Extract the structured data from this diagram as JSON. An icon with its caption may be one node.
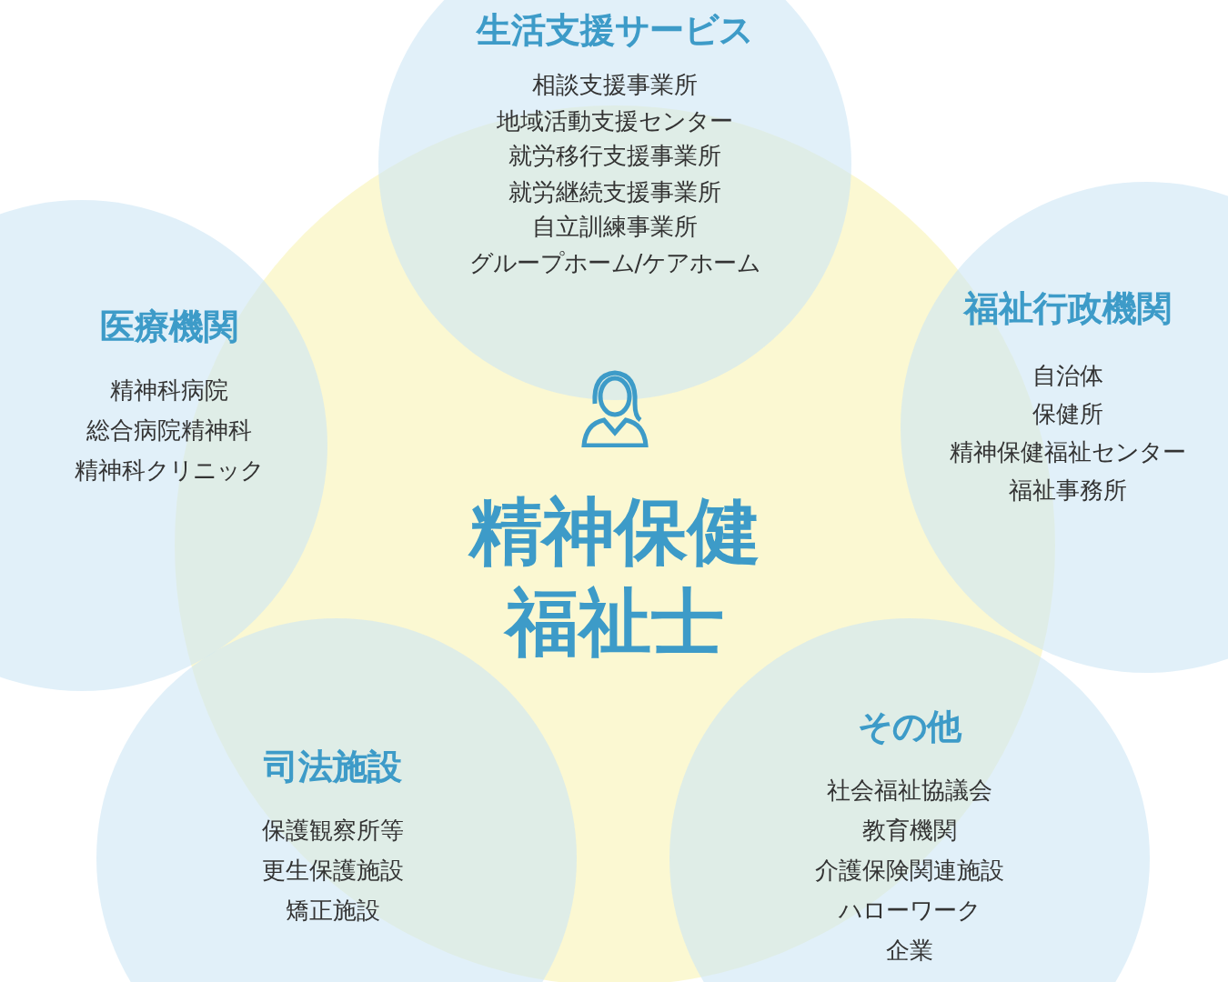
{
  "diagram": {
    "nodes": [
      {
        "text": [
          "精神保健福祉士"
        ]
      },
      {
        "text": [
          "生活支援サービス",
          "相談支援事業所",
          "地域活動支援センター",
          "就労移行支援事業所",
          "就労継続支援事業所",
          "自立訓練事業所",
          "グループホーム/ケアホーム"
        ]
      },
      {
        "text": [
          "医療機関",
          "精神科病院",
          "総合病院精神科",
          "精神科クリニック"
        ]
      },
      {
        "text": [
          "福祉行政機関",
          "自治体",
          "保健所",
          "精神保健福祉センター",
          "福祉事務所"
        ]
      },
      {
        "text": [
          "その他",
          "社会福祉協議会",
          "教育機関",
          "介護保険関連施設",
          "ハローワーク",
          "企業"
        ]
      },
      {
        "text": [
          "司法施設",
          "保護観察所等",
          "更生保護施設",
          "矯正施設"
        ]
      }
    ],
    "edges": []
  }
}
